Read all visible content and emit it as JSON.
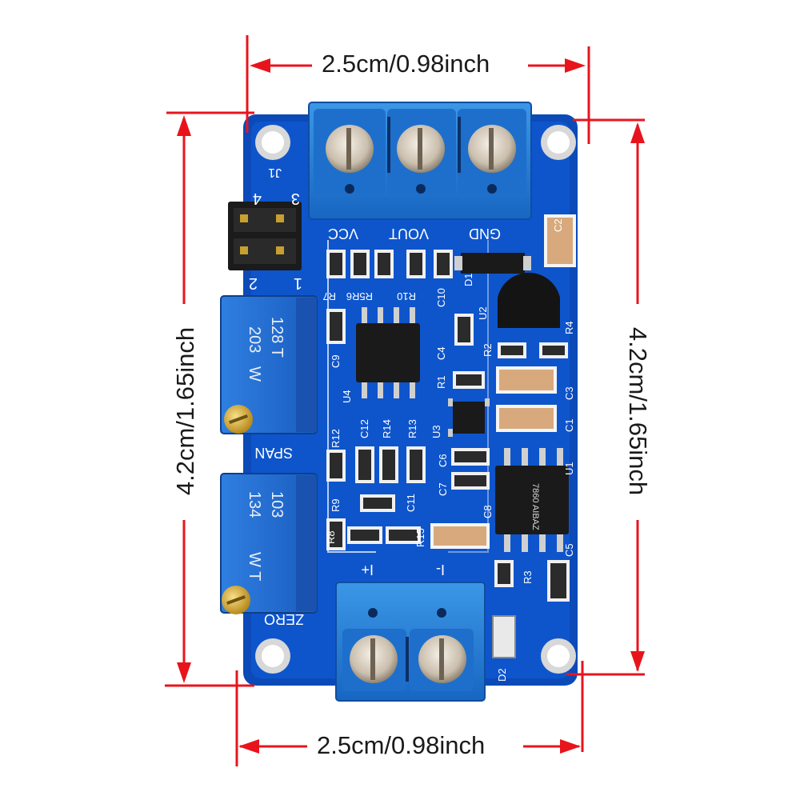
{
  "dimensions": {
    "top_width": "2.5cm/0.98inch",
    "bottom_width": "2.5cm/0.98inch",
    "left_height": "4.2cm/1.65inch",
    "right_height": "4.2cm/1.65inch",
    "line_color": "#e8141c"
  },
  "board": {
    "pcb_color": "#0d4fc4",
    "terminal_color": "#1f7fd8",
    "labels": {
      "j1": "J1",
      "pin4": "4",
      "pin3": "3",
      "pin2": "2",
      "pin1": "1",
      "vcc": "VCC",
      "vout": "VOUT",
      "gnd": "GND",
      "span": "SPAN",
      "zero": "ZERO",
      "plus": "I+",
      "minus": "I-",
      "r7": "R7",
      "r5r6": "R5R6",
      "r10": "R10",
      "c10": "C10",
      "d1": "D1",
      "u2": "U2",
      "c2": "C2",
      "r4": "R4",
      "r2": "R2",
      "c4": "C4",
      "c9": "C9",
      "u4": "U4",
      "r1": "R1",
      "c3": "C3",
      "c12": "C12",
      "r14": "R14",
      "r13": "R13",
      "u3": "U3",
      "c1": "C1",
      "r12": "R12",
      "c6": "C6",
      "c7": "C7",
      "u1": "U1",
      "r9": "R9",
      "c11": "C11",
      "c8": "C8",
      "r15": "R15",
      "r3": "R3",
      "c5": "C5",
      "d2": "D2",
      "r8": "R8",
      "pot_top_code": "203",
      "pot_top_code2": "128 T",
      "pot_top_m": "W",
      "pot_bottom_code": "134",
      "pot_bottom_code2": "103",
      "pot_bottom_m": "W T",
      "chip_u1": "7860 AIBAZ"
    }
  }
}
